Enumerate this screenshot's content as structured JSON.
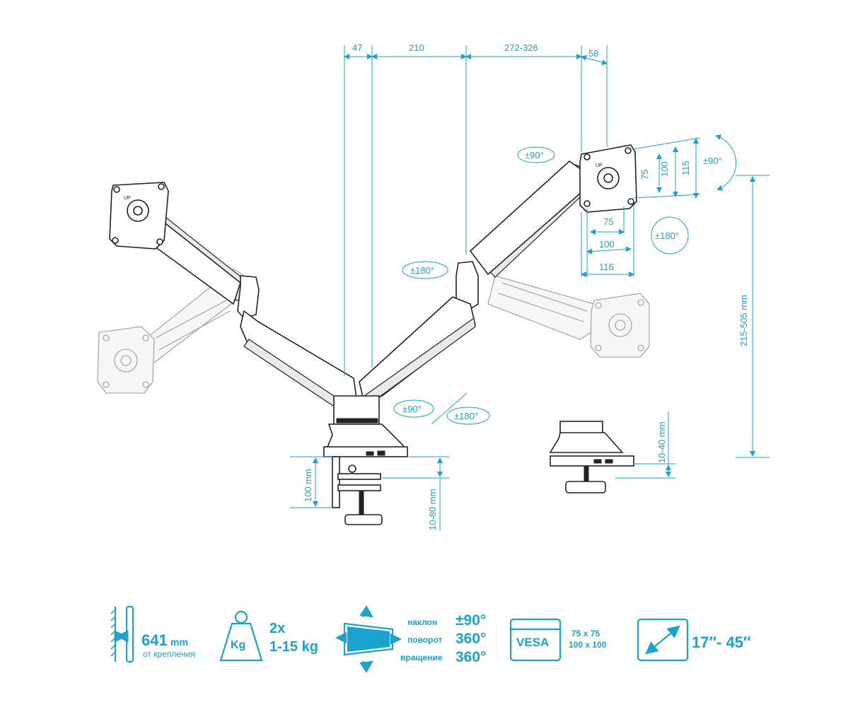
{
  "dimensions": {
    "top": [
      "47",
      "210",
      "272-326",
      "58"
    ],
    "vesa_right": [
      "75",
      "100",
      "115",
      "75",
      "100",
      "116"
    ],
    "height_range": "215-505 mm",
    "clamp_height": "100 mm",
    "desk_thickness_clamp": "10-80 mm",
    "desk_thickness_grommet": "10-40 mm"
  },
  "rotations": {
    "tilt_top": "±90°",
    "tilt_right": "±90°",
    "swivel_right": "±180°",
    "swivel_mid": "±180°",
    "base_tilt": "±90°",
    "base_swivel": "±180°"
  },
  "specs": {
    "reach_value": "641",
    "reach_unit": "mm",
    "reach_caption": "от крепления",
    "weight_icon": "Kg",
    "weight_count": "2x",
    "weight_range": "1-15 kg",
    "motion": [
      {
        "label": "наклон",
        "value": "±90°"
      },
      {
        "label": "поворот",
        "value": "360°"
      },
      {
        "label": "вращение",
        "value": "360°"
      }
    ],
    "vesa_icon": "VESA",
    "vesa_sizes": [
      "75 x 75",
      "100 x 100"
    ],
    "screen_size": "17″- 45″"
  },
  "colors": {
    "accent": "#1ba3cf",
    "line": "#222222",
    "ghost": "#9a9a9a"
  }
}
